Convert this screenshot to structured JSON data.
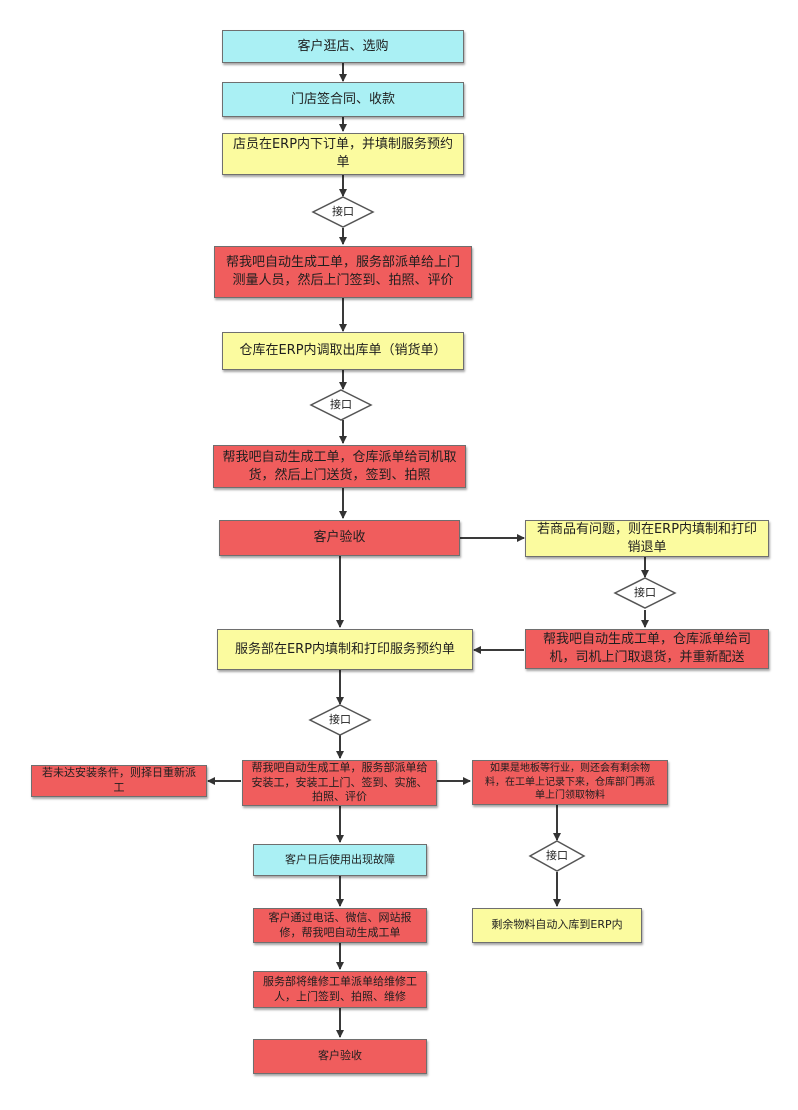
{
  "nodes": {
    "n1": "客户逛店、选购",
    "n2": "门店签合同、收款",
    "n3": "店员在ERP内下订单，并填制服务预约单",
    "n4": "帮我吧自动生成工单，服务部派单给上门测量人员，然后上门签到、拍照、评价",
    "n5": "仓库在ERP内调取出库单（销货单）",
    "n6": "帮我吧自动生成工单，仓库派单给司机取货，然后上门送货，签到、拍照",
    "n7": "客户验收",
    "n8": "若商品有问题，则在ERP内填制和打印销退单",
    "n9": "帮我吧自动生成工单，仓库派单给司机，司机上门取退货，并重新配送",
    "n10": "服务部在ERP内填制和打印服务预约单",
    "n11": "帮我吧自动生成工单，服务部派单给安装工，安装工上门、签到、实施、拍照、评价",
    "n12": "若未达安装条件，则择日重新派工",
    "n13": "如果是地板等行业，则还会有剩余物料，在工单上记录下来，仓库部门再派单上门领取物料",
    "n14": "客户日后使用出现故障",
    "n15": "客户通过电话、微信、网站报修，帮我吧自动生成工单",
    "n16": "服务部将维修工单派单给维修工人，上门签到、拍照、维修",
    "n17": "客户验收",
    "n18": "剩余物料自动入库到ERP内"
  },
  "interface_label": "接口"
}
